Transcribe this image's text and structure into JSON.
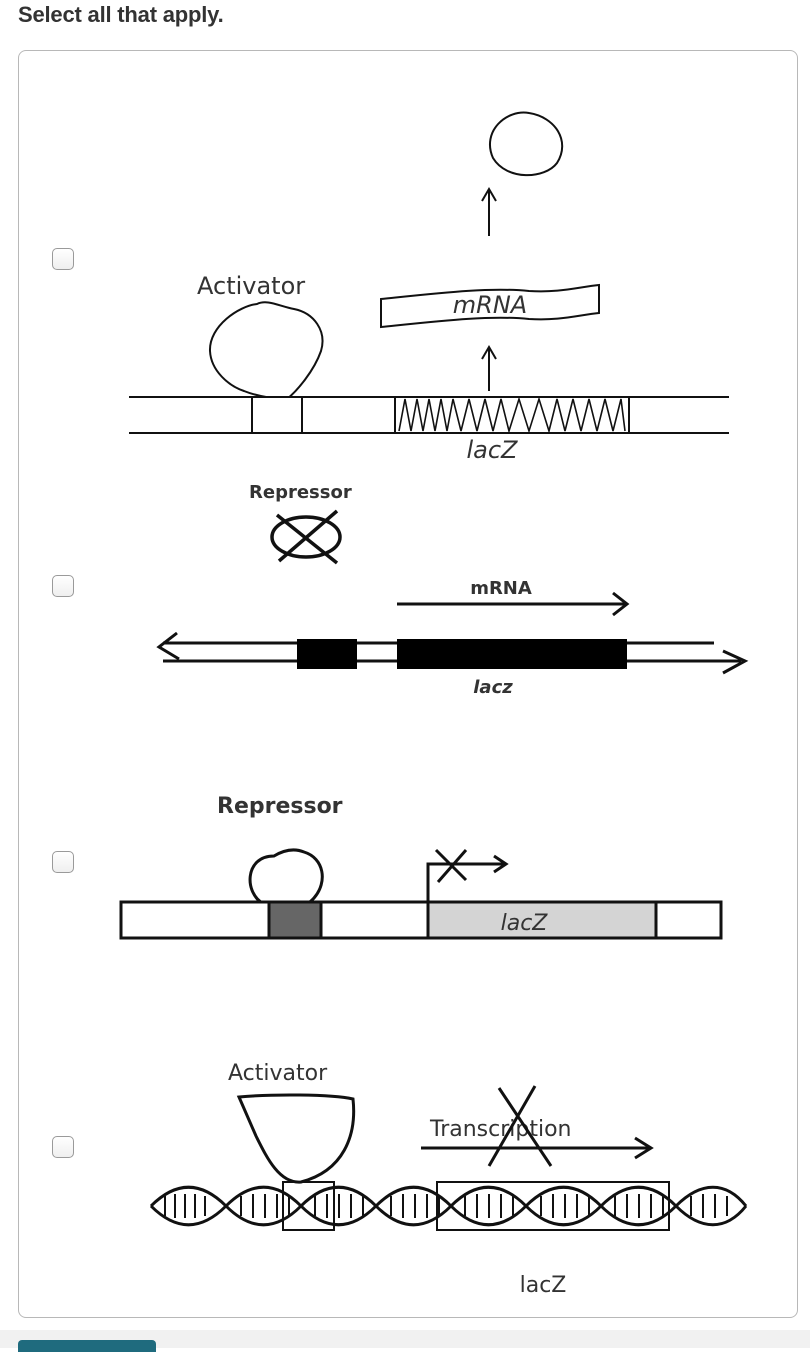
{
  "prompt": "Select all that apply.",
  "options": [
    {
      "labels": {
        "activator": "Activator",
        "mrna": "mRNA",
        "gene": "lacZ"
      }
    },
    {
      "labels": {
        "repressor": "Repressor",
        "mrna": "mRNA",
        "gene": "lacz"
      }
    },
    {
      "labels": {
        "repressor": "Repressor",
        "gene": "lacZ"
      }
    },
    {
      "labels": {
        "activator": "Activator",
        "transcription": "Transcription",
        "gene": "lacZ"
      }
    }
  ],
  "colors": {
    "accent": "#1f6b7e",
    "operator_dark": "#666666",
    "gene_gray": "#d4d4d4"
  }
}
